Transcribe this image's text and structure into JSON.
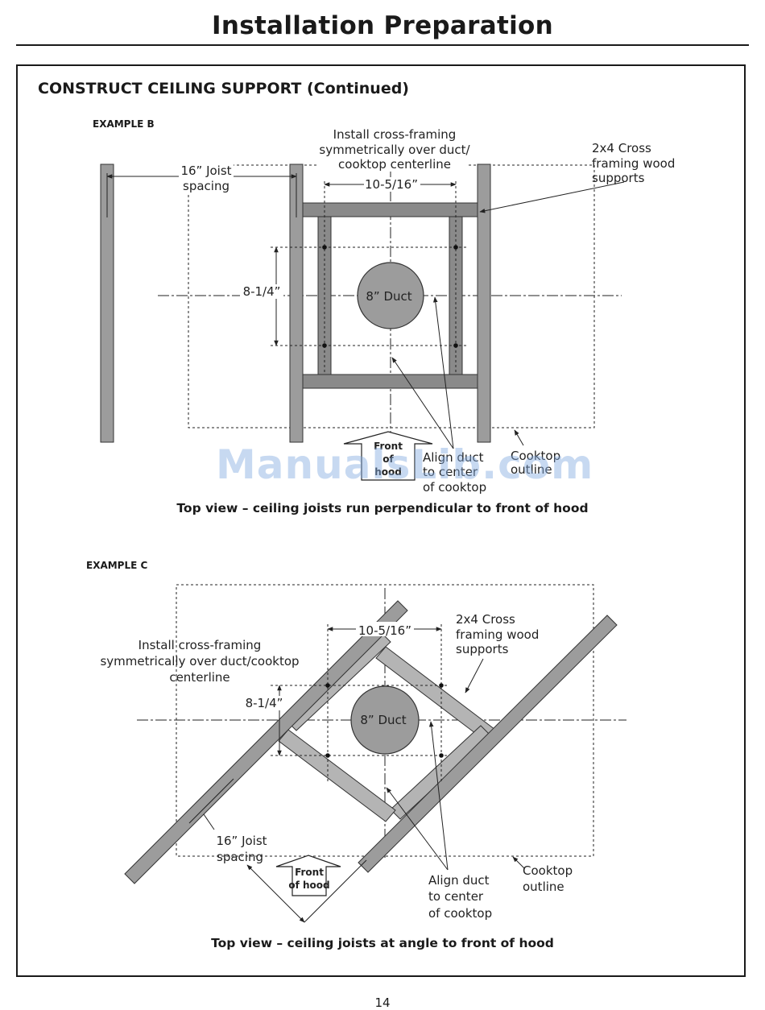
{
  "page": {
    "title": "Installation Preparation",
    "number": "14",
    "watermark": "ManualsLib.com"
  },
  "section": {
    "title": "CONSTRUCT CEILING SUPPORT (Continued)"
  },
  "example_b": {
    "label": "EXAMPLE B",
    "install_note": [
      "Install cross-framing",
      "symmetrically over duct/",
      "cooktop centerline"
    ],
    "supports_note": [
      "2x4 Cross",
      "framing wood",
      "supports"
    ],
    "joist_spacing": [
      "16” Joist",
      "spacing"
    ],
    "width_dim": "10-5/16”",
    "height_dim": "8-1/4”",
    "duct": "8” Duct",
    "front_of_hood": [
      "Front",
      "of",
      "hood"
    ],
    "align_note": [
      "Align duct",
      "to center",
      "of cooktop"
    ],
    "cooktop_outline": [
      "Cooktop",
      "outline"
    ],
    "caption": "Top view – ceiling joists run perpendicular to front of hood"
  },
  "example_c": {
    "label": "EXAMPLE C",
    "install_note": [
      "Install cross-framing",
      "symmetrically over duct/cooktop",
      "centerline"
    ],
    "supports_note": [
      "2x4 Cross",
      "framing wood",
      "supports"
    ],
    "joist_spacing": [
      "16” Joist",
      "spacing"
    ],
    "width_dim": "10-5/16”",
    "height_dim": "8-1/4”",
    "duct": "8” Duct",
    "front_of_hood": [
      "Front",
      "of hood"
    ],
    "align_note": [
      "Align duct",
      "to center",
      "of cooktop"
    ],
    "cooktop_outline": [
      "Cooktop",
      "outline"
    ],
    "caption": "Top view – ceiling joists at angle to front of hood"
  }
}
